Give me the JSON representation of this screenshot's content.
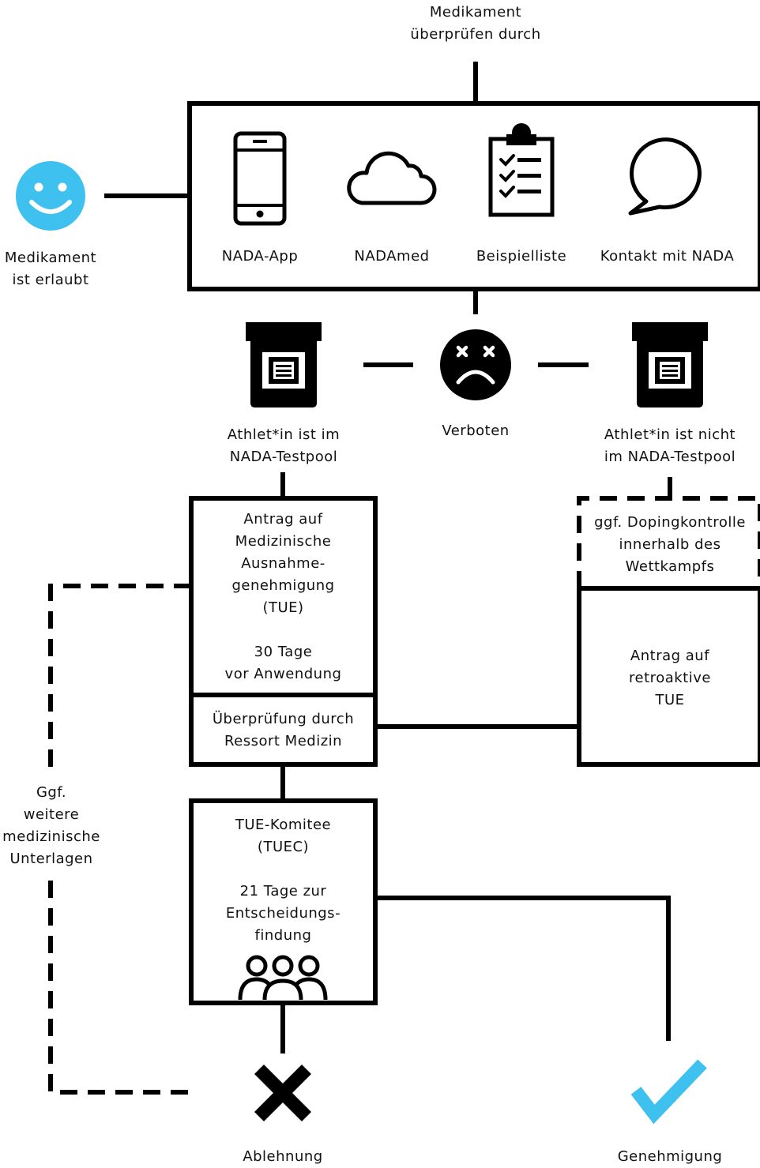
{
  "header": {
    "title": "Medikament\nüberprüfen durch"
  },
  "check_methods": [
    {
      "label": "NADA-App",
      "icon": "smartphone-icon"
    },
    {
      "label": "NADAmed",
      "icon": "cloud-icon"
    },
    {
      "label": "Beispielliste",
      "icon": "clipboard-checklist-icon"
    },
    {
      "label": "Kontakt mit NADA",
      "icon": "speech-bubble-icon"
    }
  ],
  "allowed": {
    "label": "Medikament\nist erlaubt",
    "icon": "smiley-icon"
  },
  "forbidden": {
    "label": "Verboten",
    "icon": "dizzy-sad-face-icon"
  },
  "pool_in": {
    "label": "Athlet*in ist im\nNADA-Testpool",
    "icon": "sample-container-icon"
  },
  "pool_out": {
    "label": "Athlet*in ist nicht\nim NADA-Testpool",
    "icon": "sample-container-icon"
  },
  "tue_application": {
    "title": "Antrag auf\nMedizinische\nAusnahme-\ngenehmigung\n(TUE)",
    "deadline": "30 Tage\nvor Anwendung"
  },
  "review": {
    "label": "Überprüfung durch\nRessort Medizin"
  },
  "doping_control": {
    "label": "ggf. Dopingkontrolle\ninnerhalb des\nWettkampfs"
  },
  "retro_application": {
    "label": "Antrag auf\nretroaktive\nTUE"
  },
  "committee": {
    "title": "TUE-Komitee\n(TUEC)",
    "deadline": "21 Tage zur\nEntscheidungs-\nfindung",
    "icon": "people-group-icon"
  },
  "further_documents": {
    "label": "Ggf.\nweitere\nmedizinische\nUnterlagen"
  },
  "rejection": {
    "label": "Ablehnung",
    "icon": "x-mark-icon"
  },
  "approval": {
    "label": "Genehmigung",
    "icon": "checkmark-icon"
  },
  "colors": {
    "accent": "#3fc1f0",
    "line": "#000000",
    "background": "#ffffff"
  }
}
